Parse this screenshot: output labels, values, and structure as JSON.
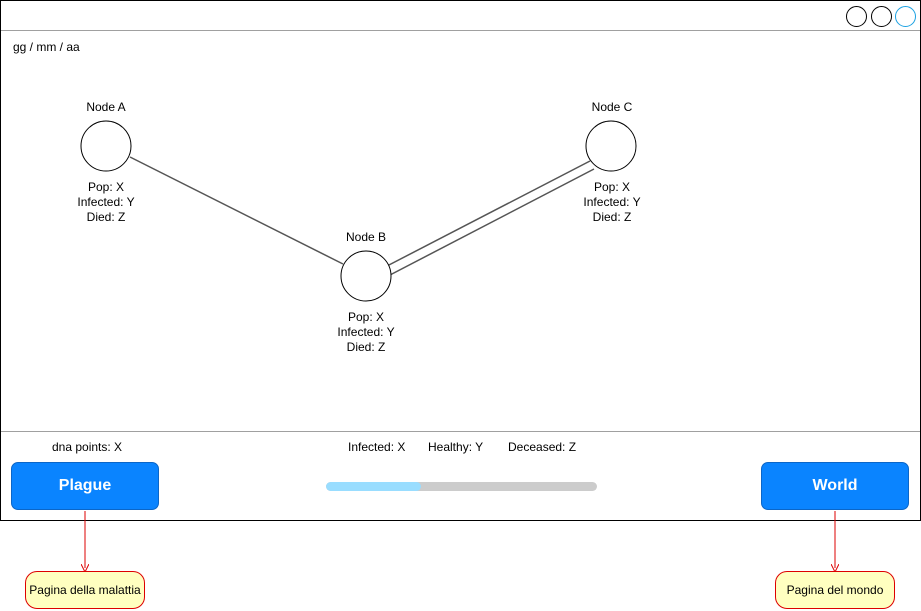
{
  "header": {
    "date": "gg / mm / aa"
  },
  "window_controls": [
    "minimize-circle",
    "maximize-circle",
    "close-circle"
  ],
  "nodes": [
    {
      "name": "Node A",
      "pop": "Pop: X",
      "infected": "Infected: Y",
      "died": "Died: Z"
    },
    {
      "name": "Node B",
      "pop": "Pop: X",
      "infected": "Infected: Y",
      "died": "Died: Z"
    },
    {
      "name": "Node C",
      "pop": "Pop: X",
      "infected": "Infected: Y",
      "died": "Died: Z"
    }
  ],
  "bottom": {
    "dna_points": "dna points: X",
    "infected": "Infected: X",
    "healthy": "Healthy: Y",
    "deceased": "Deceased: Z",
    "progress_fraction": 0.35,
    "plague_button": "Plague",
    "world_button": "World"
  },
  "annotations": {
    "plague_page": "Pagina della malattia",
    "world_page": "Pagina del mondo"
  },
  "colors": {
    "button": "#0a84ff",
    "progress_fill": "#99ddff",
    "progress_track": "#cccccc",
    "note_border": "#dd0000",
    "note_fill": "#ffffc0"
  }
}
